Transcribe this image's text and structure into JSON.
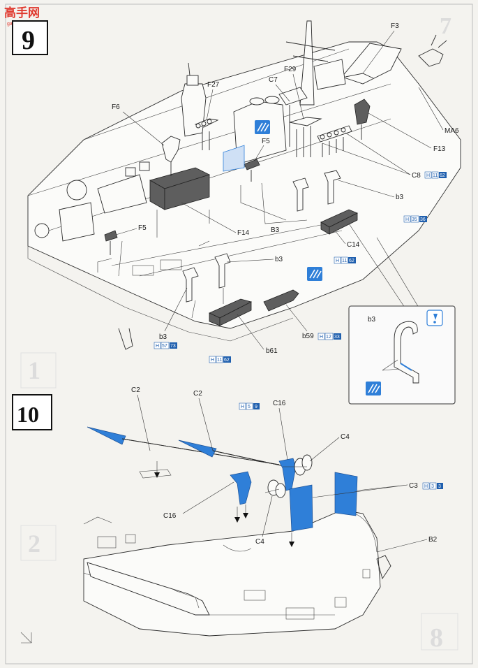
{
  "watermark": {
    "top": "高手网",
    "bottom": "gao-shou.com"
  },
  "steps": [
    {
      "number": "9"
    },
    {
      "number": "10"
    }
  ],
  "ghost_numbers": [
    "1",
    "2",
    "7",
    "8"
  ],
  "step9_labels": {
    "F3": "F3",
    "F29": "F29",
    "C7": "C7",
    "F27": "F27",
    "F6": "F6",
    "F5a": "F5",
    "F5b": "F5",
    "MA6": "MA6",
    "F13": "F13",
    "C8": "C8",
    "b3a": "b3",
    "b3b": "b3",
    "b3c": "b3",
    "b3d": "b3",
    "F14": "F14",
    "B3": "B3",
    "C14": "C14",
    "b59": "b59",
    "b61": "b61"
  },
  "step9_badges": {
    "C8": [
      "H",
      "11",
      "62"
    ],
    "b3_right": [
      "H",
      "35",
      "36"
    ],
    "C14": [
      "H",
      "11",
      "62"
    ],
    "b59": [
      "H",
      "12",
      "33"
    ],
    "b3_left": [
      "H",
      "57",
      "73"
    ],
    "b61": [
      "H",
      "11",
      "62"
    ]
  },
  "step10_labels": {
    "C2a": "C2",
    "C2b": "C2",
    "C16a": "C16",
    "C16b": "C16",
    "C4a": "C4",
    "C4b": "C4",
    "C3": "C3",
    "B2": "B2"
  },
  "step10_badges": {
    "C2": [
      "H",
      "5",
      "9"
    ],
    "C3": [
      "H",
      "3",
      "3"
    ]
  },
  "colors": {
    "part_blue": "#2f7fd8",
    "badge_blue": "#1f5fae",
    "line": "#2a2a2a"
  }
}
